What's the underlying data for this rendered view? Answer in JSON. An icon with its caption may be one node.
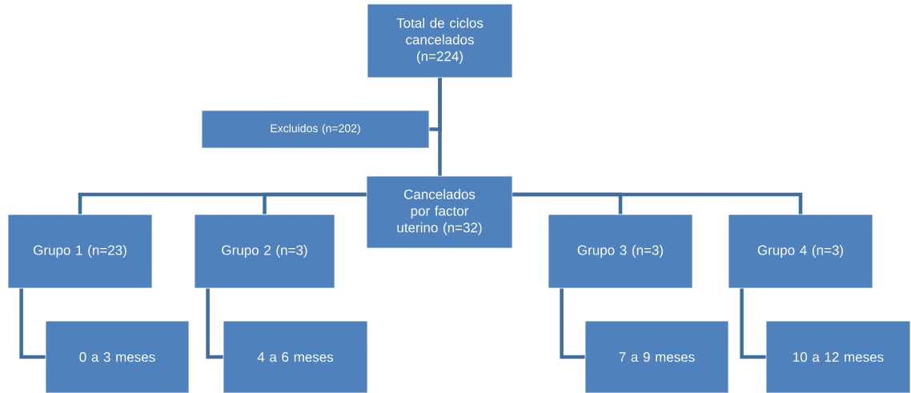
{
  "diagram": {
    "nodes": [
      {
        "text": [
          "Total de ciclos cancelados (n=224)"
        ]
      },
      {
        "text": [
          "Excluidos (n=202)"
        ]
      },
      {
        "text": [
          "Cancelados por factor uterino (n=32)"
        ]
      },
      {
        "text": [
          "Grupo 1 (n=23)"
        ]
      },
      {
        "text": [
          "Grupo 2 (n=3)"
        ]
      },
      {
        "text": [
          "Grupo 3 (n=3)"
        ]
      },
      {
        "text": [
          "Grupo 4 (n=3)"
        ]
      },
      {
        "text": [
          "0 a 3 meses"
        ]
      },
      {
        "text": [
          "4 a 6 meses"
        ]
      },
      {
        "text": [
          "7 a 9 meses"
        ]
      },
      {
        "text": [
          "10 a 12 meses"
        ]
      }
    ],
    "edges": [
      {
        "from": 0,
        "to": 1,
        "arrow": "none"
      },
      {
        "from": 0,
        "to": 2,
        "arrow": "none"
      },
      {
        "from": 2,
        "to": 3,
        "arrow": "none"
      },
      {
        "from": 2,
        "to": 4,
        "arrow": "none"
      },
      {
        "from": 2,
        "to": 5,
        "arrow": "none"
      },
      {
        "from": 2,
        "to": 6,
        "arrow": "none"
      },
      {
        "from": 3,
        "to": 7,
        "arrow": "none"
      },
      {
        "from": 4,
        "to": 8,
        "arrow": "none"
      },
      {
        "from": 5,
        "to": 9,
        "arrow": "none"
      },
      {
        "from": 6,
        "to": 10,
        "arrow": "none"
      }
    ]
  }
}
